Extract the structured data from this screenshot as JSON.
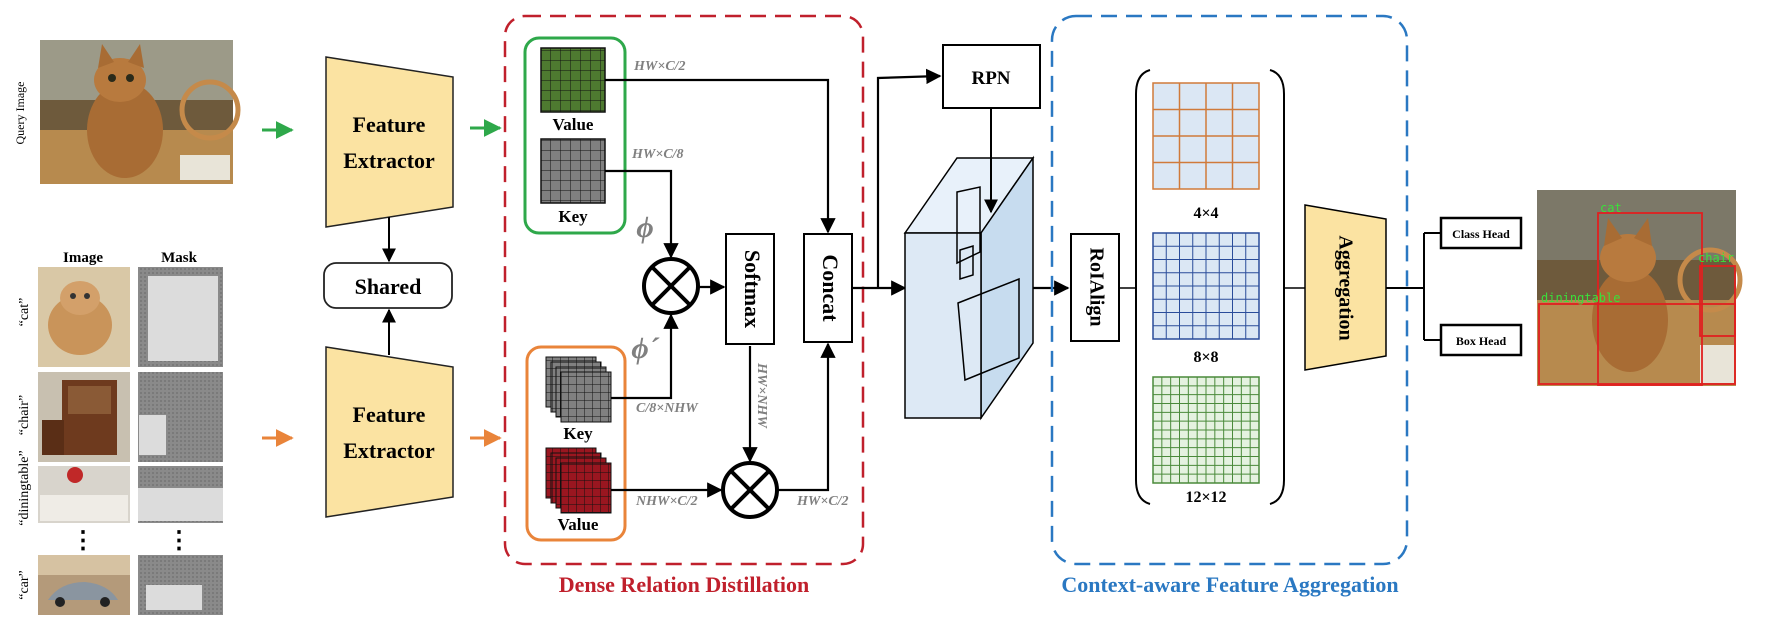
{
  "inputs": {
    "query_label": "Query Image",
    "image_header": "Image",
    "mask_header": "Mask",
    "classes": [
      "“cat”",
      "“chair”",
      "“diningtable”",
      "“car”"
    ],
    "ellipsis": "⋮"
  },
  "extractor": {
    "top_line1": "Feature",
    "top_line2": "Extractor",
    "bottom_line1": "Feature",
    "bottom_line2": "Extractor",
    "shared": "Shared"
  },
  "drd": {
    "title": "Dense Relation Distillation",
    "value_q": "Value",
    "key_q": "Key",
    "key_s": "Key",
    "value_s": "Value",
    "phi": "ϕ",
    "phi_prime": "ϕ´",
    "dim_value_q": "HW×C/2",
    "dim_key_q": "HW×C/8",
    "dim_key_s": "C/8×NHW",
    "dim_value_s": "NHW×C/2",
    "dim_softmax": "HW×NHW",
    "dim_out": "HW×C/2",
    "softmax": "Softmax",
    "concat": "Concat"
  },
  "rpn": "RPN",
  "roialign": "RoIAlign",
  "cfa": {
    "title": "Context-aware Feature Aggregation",
    "grid_labels": [
      "4×4",
      "8×8",
      "12×12"
    ],
    "aggregation": "Aggregation"
  },
  "heads": {
    "class_head": "Class Head",
    "box_head": "Box Head"
  },
  "detections": [
    "cat",
    "chair",
    "diningtable"
  ],
  "colors": {
    "green": "#2ea84a",
    "orange": "#e9843a",
    "red_dash": "#c0202c",
    "blue_dash": "#2a78c2",
    "title_red": "#c0202c",
    "title_blue": "#2a78c2",
    "extractor_fill": "#fbe3a2",
    "value_green": "#4e7a30",
    "key_gray": "#808080",
    "value_red": "#9a1620",
    "grid_blue_fill": "#dbe7f4",
    "grid_green_fill": "#e5f2e0"
  }
}
